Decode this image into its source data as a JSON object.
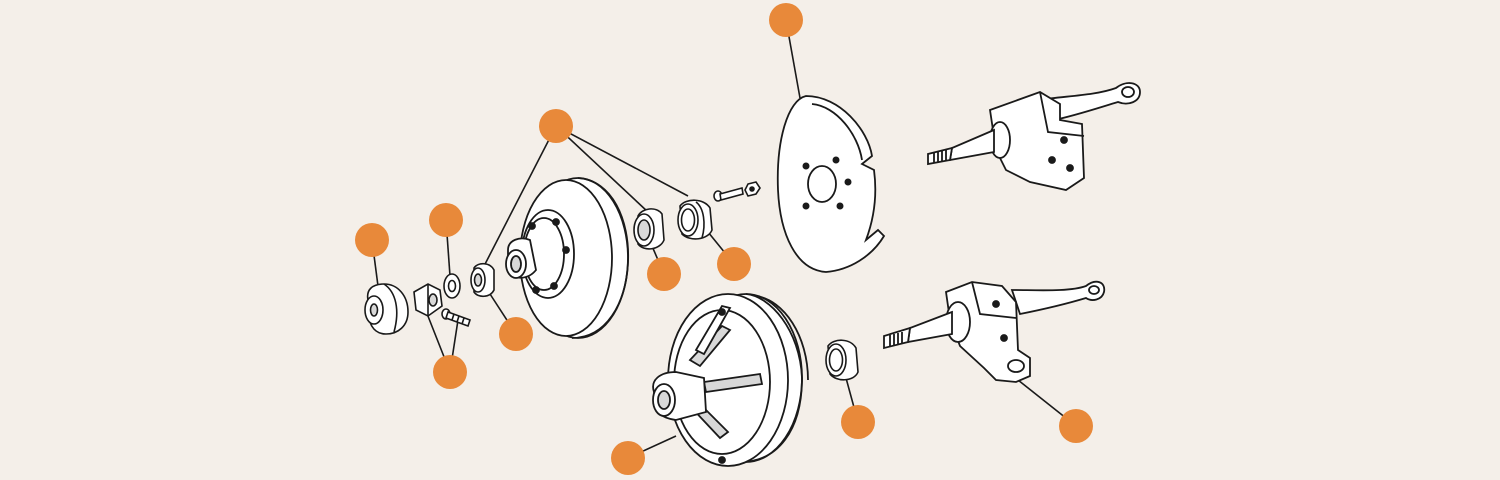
{
  "colors": {
    "background": "#f4efe9",
    "hotspot": "#e8893a",
    "line_art": "#1a1a1a",
    "part_fill": "#ffffff",
    "part_shade": "#d8d8d8"
  },
  "hotspots": [
    {
      "id": "backing-plate",
      "icon": "orange-dot"
    },
    {
      "id": "bearing-kit-disc-hub",
      "icon": "orange-dot"
    },
    {
      "id": "washer",
      "icon": "orange-dot"
    },
    {
      "id": "dust-cap",
      "icon": "orange-dot"
    },
    {
      "id": "nut-and-bolt",
      "icon": "orange-dot"
    },
    {
      "id": "inner-bearing",
      "icon": "orange-dot"
    },
    {
      "id": "inner-bearing-cup",
      "icon": "orange-dot"
    },
    {
      "id": "outer-bearing",
      "icon": "orange-dot"
    },
    {
      "id": "grease-seal",
      "icon": "orange-dot"
    },
    {
      "id": "drum-hub",
      "icon": "orange-dot"
    },
    {
      "id": "drum-stub-axle",
      "icon": "orange-dot"
    }
  ]
}
